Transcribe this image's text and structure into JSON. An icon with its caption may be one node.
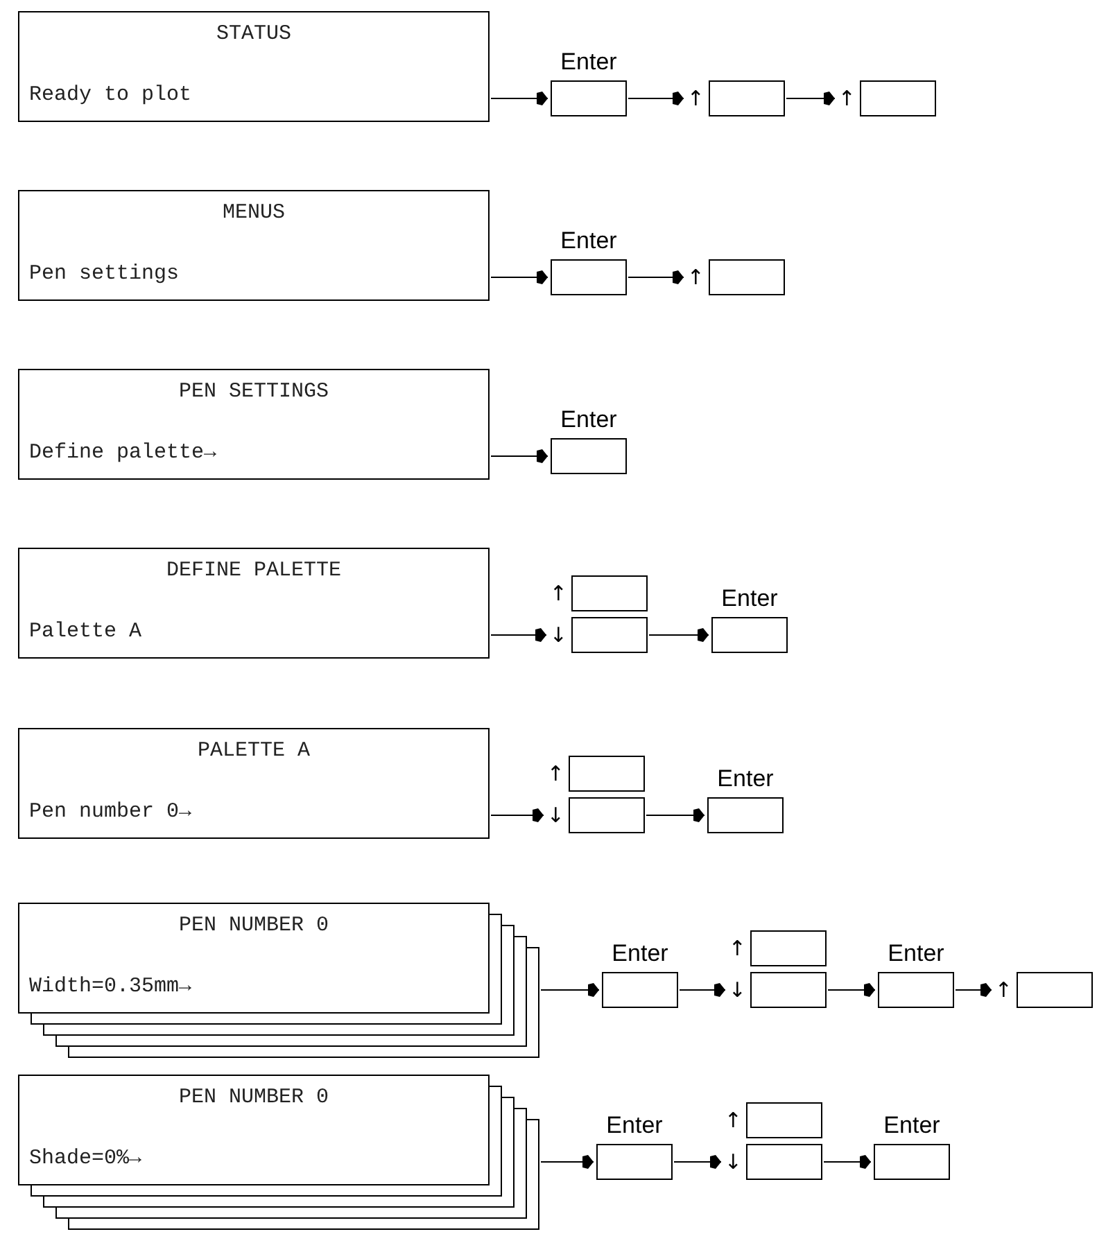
{
  "diagram": {
    "nodes": [
      {
        "text": [
          "STATUS",
          "Ready to plot"
        ]
      },
      {
        "text": [
          "Enter"
        ]
      },
      {
        "text": [
          "↑"
        ]
      },
      {
        "text": [
          "↑"
        ]
      },
      {
        "text": [
          "MENUS",
          "Pen settings"
        ]
      },
      {
        "text": [
          "Enter"
        ]
      },
      {
        "text": [
          "↑"
        ]
      },
      {
        "text": [
          "PEN SETTINGS",
          "Define palette→"
        ]
      },
      {
        "text": [
          "Enter"
        ]
      },
      {
        "text": [
          "DEFINE PALETTE",
          "Palette A"
        ]
      },
      {
        "text": [
          "↑"
        ]
      },
      {
        "text": [
          "↓"
        ]
      },
      {
        "text": [
          "Enter"
        ]
      },
      {
        "text": [
          "PALETTE A",
          "Pen number 0→"
        ]
      },
      {
        "text": [
          "↑"
        ]
      },
      {
        "text": [
          "↓"
        ]
      },
      {
        "text": [
          "Enter"
        ]
      },
      {
        "text": [
          "PEN NUMBER 0",
          "Width=0.35mm→"
        ]
      },
      {
        "text": [
          "Enter"
        ]
      },
      {
        "text": [
          "↑"
        ]
      },
      {
        "text": [
          "↓"
        ]
      },
      {
        "text": [
          "Enter"
        ]
      },
      {
        "text": [
          "↑"
        ]
      },
      {
        "text": [
          "PEN NUMBER 0",
          "Shade=0%→"
        ]
      },
      {
        "text": [
          "Enter"
        ]
      },
      {
        "text": [
          "↑"
        ]
      },
      {
        "text": [
          "↓"
        ]
      },
      {
        "text": [
          "Enter"
        ]
      }
    ],
    "edges": [
      {
        "from": 0,
        "to": 1,
        "arrow": "to"
      },
      {
        "from": 1,
        "to": 2,
        "arrow": "to"
      },
      {
        "from": 2,
        "to": 3,
        "arrow": "to"
      },
      {
        "from": 4,
        "to": 5,
        "arrow": "to"
      },
      {
        "from": 5,
        "to": 6,
        "arrow": "to"
      },
      {
        "from": 7,
        "to": 8,
        "arrow": "to"
      },
      {
        "from": 9,
        "to": 11,
        "arrow": "to"
      },
      {
        "from": 11,
        "to": 12,
        "arrow": "to"
      },
      {
        "from": 13,
        "to": 15,
        "arrow": "to"
      },
      {
        "from": 15,
        "to": 16,
        "arrow": "to"
      },
      {
        "from": 17,
        "to": 18,
        "arrow": "to"
      },
      {
        "from": 18,
        "to": 20,
        "arrow": "to"
      },
      {
        "from": 20,
        "to": 21,
        "arrow": "to"
      },
      {
        "from": 21,
        "to": 22,
        "arrow": "to"
      },
      {
        "from": 23,
        "to": 24,
        "arrow": "to"
      },
      {
        "from": 24,
        "to": 26,
        "arrow": "to"
      },
      {
        "from": 26,
        "to": 27,
        "arrow": "to"
      }
    ]
  }
}
